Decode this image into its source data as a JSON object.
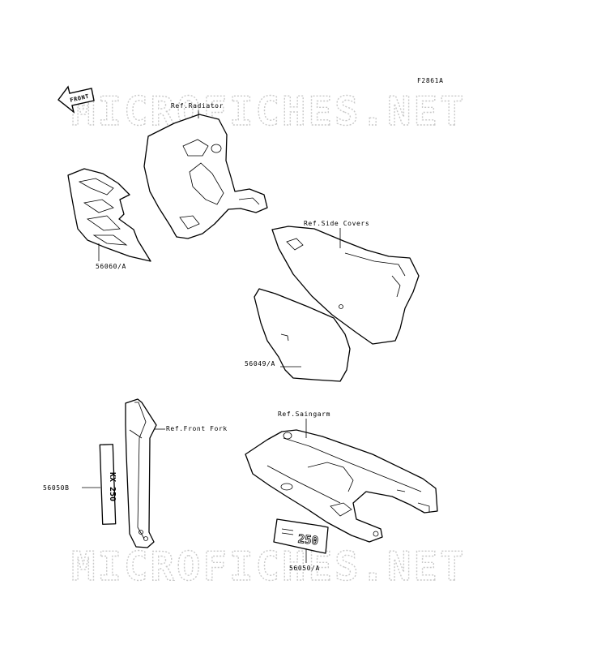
{
  "figure_code": "F2861A",
  "front_arrow": "FRONT",
  "watermark_top": "MICROFICHES.NET",
  "watermark_bottom": "MICROFICHES.NET",
  "refs": {
    "radiator": "Ref.Radiator",
    "side_covers": "Ref.Side Covers",
    "front_fork": "Ref.Front Fork",
    "swingarm": "Ref.Saingarm"
  },
  "parts": {
    "decal_shroud": "56060/A",
    "decal_side": "56049/A",
    "decal_fork": "56050B",
    "decal_swingarm": "56050/A"
  },
  "decal_text": {
    "fork_decal_text": "KX 250",
    "swingarm_decal_text": "250"
  }
}
